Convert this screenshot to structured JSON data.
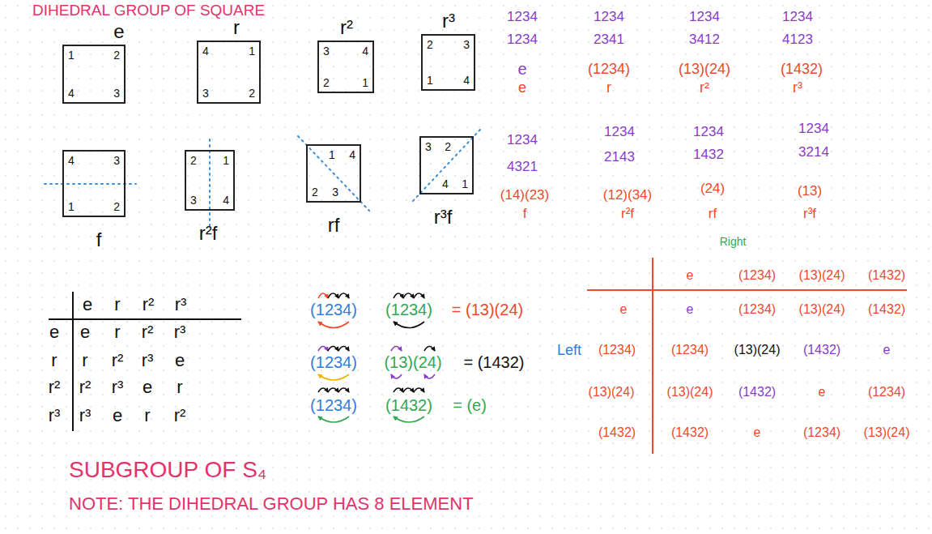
{
  "diagram": {
    "title": "DIHEDRAL GROUP OF SQUARE",
    "nodes": [
      {
        "text": [
          "e",
          "1",
          "2",
          "4",
          "3"
        ]
      },
      {
        "text": [
          "r",
          "4",
          "1",
          "3",
          "2"
        ]
      },
      {
        "text": [
          "r²",
          "3",
          "4",
          "2",
          "1"
        ]
      },
      {
        "text": [
          "r³",
          "2",
          "3",
          "1",
          "4"
        ]
      },
      {
        "text": [
          "f",
          "4",
          "3",
          "1",
          "2"
        ]
      },
      {
        "text": [
          "r²f",
          "2",
          "1",
          "3",
          "4"
        ]
      },
      {
        "text": [
          "rf",
          "1",
          "4",
          "2",
          "3"
        ]
      },
      {
        "text": [
          "r³f",
          "3",
          "2",
          "4",
          "1"
        ]
      }
    ],
    "labels": [
      "1234",
      "1234",
      "1234",
      "1234",
      "1234",
      "2341",
      "3412",
      "4123",
      "e",
      "(1234)",
      "(13)(24)",
      "(1432)",
      "e",
      "r",
      "r²",
      "r³",
      "1234",
      "1234",
      "1234",
      "1234",
      "4321",
      "2143",
      "1432",
      "3214",
      "(14)(23)",
      "(12)(34)",
      "(24)",
      "(13)",
      "f",
      "r²f",
      "rf",
      "r³f",
      "e",
      "r",
      "r²",
      "r³",
      "e",
      "e",
      "r",
      "r²",
      "r³",
      "r",
      "r",
      "r²",
      "r³",
      "e",
      "r²",
      "r²",
      "r³",
      "e",
      "r",
      "r³",
      "r³",
      "e",
      "r",
      "r²",
      "(1234)",
      "(1234)",
      "= (13)(24)",
      "(1234)",
      "(13)(24)",
      "= (1432)",
      "(1234)",
      "(1432)",
      "= (e)",
      "Left",
      "Right",
      "e",
      "(1234)",
      "(13)(24)",
      "(1432)",
      "e",
      "e",
      "(1234)",
      "(13)(24)",
      "(1432)",
      "(1234)",
      "(1234)",
      "(13)(24)",
      "(1432)",
      "e",
      "(13)(24)",
      "(13)(24)",
      "(1432)",
      "e",
      "(1234)",
      "(1432)",
      "(1432)",
      "e",
      "(1234)",
      "(13)(24)",
      "SUBGROUP OF S₄",
      "NOTE: THE DIHEDRAL GROUP HAS 8 ELEMENT"
    ]
  }
}
